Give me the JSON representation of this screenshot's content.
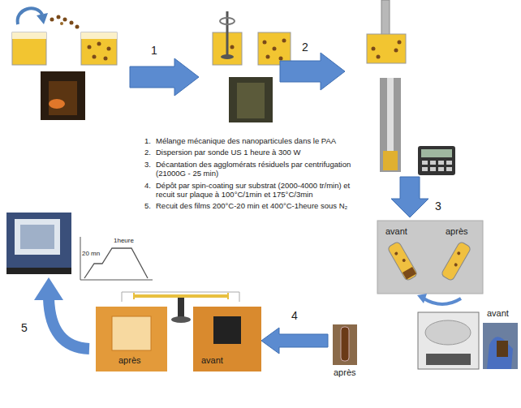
{
  "diagram": {
    "nodes": [
      {
        "text": [
          "avant",
          "après"
        ]
      },
      {
        "text": [
          "avant"
        ]
      },
      {
        "text": [
          "après"
        ]
      },
      {
        "text": [
          "avant"
        ]
      },
      {
        "text": [
          "après"
        ]
      }
    ],
    "edges": [
      {
        "from": 2,
        "to": 3,
        "arrow": "to",
        "label": "4"
      }
    ],
    "labels": [
      "1",
      "2",
      "1.",
      "Mélange mécanique des nanoparticules dans le PAA",
      "2.",
      "Dispersion par sonde US 1 heure à 300 W",
      "3.",
      "Décantation des agglomérats résiduels par centrifugation (21000G - 25 min)",
      "4.",
      "Dépôt par spin-coating sur substrat (2000-4000 tr/min) et recuit sur plaque à 100°C/1min et 175°C/3min",
      "5.",
      "Recuit des films 200°C-20 min et 400°C-1heure sous N₂",
      "3",
      "5",
      "20 mn",
      "1heure"
    ]
  }
}
